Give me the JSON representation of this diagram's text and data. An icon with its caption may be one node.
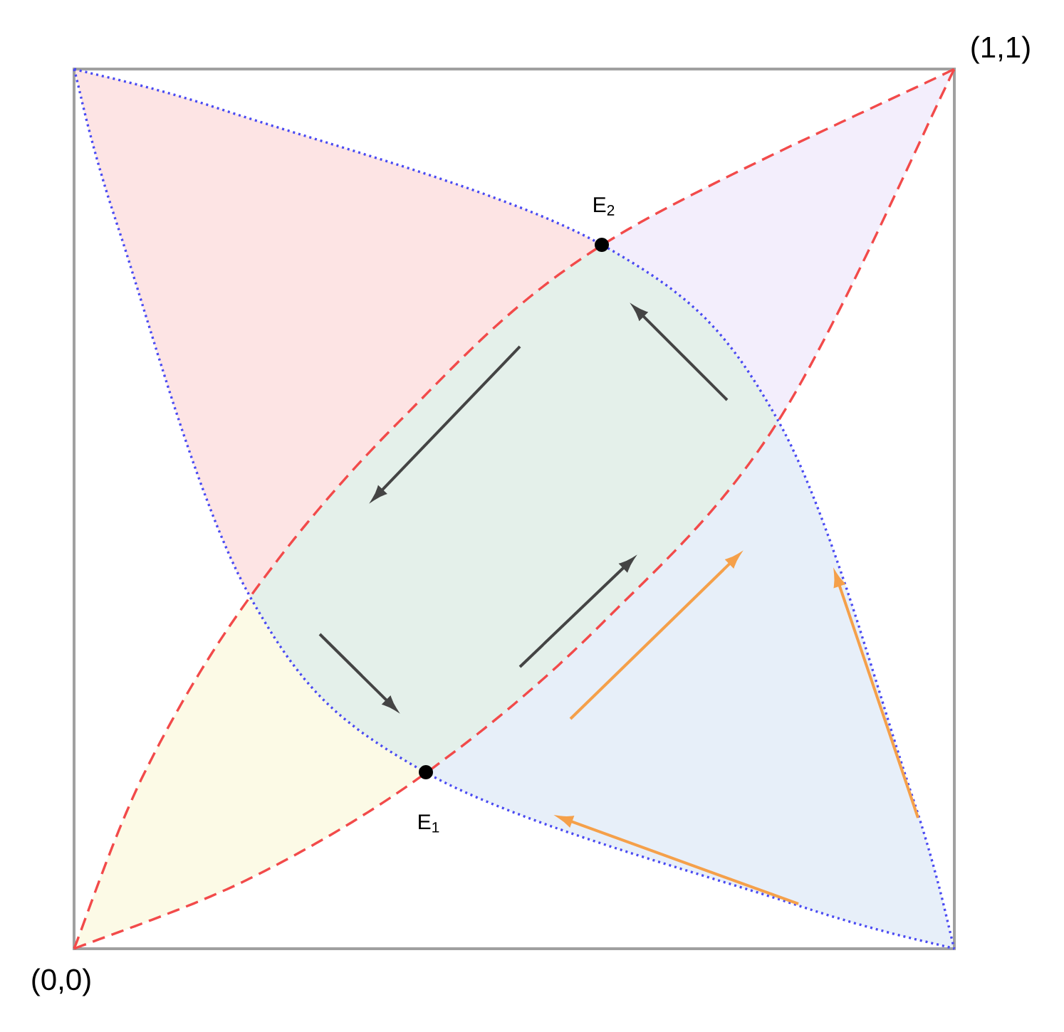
{
  "diagram": {
    "labels": [
      "(1,1)",
      "E$_{2}$",
      "E$_{1}$",
      "(0,0)"
    ]
  }
}
